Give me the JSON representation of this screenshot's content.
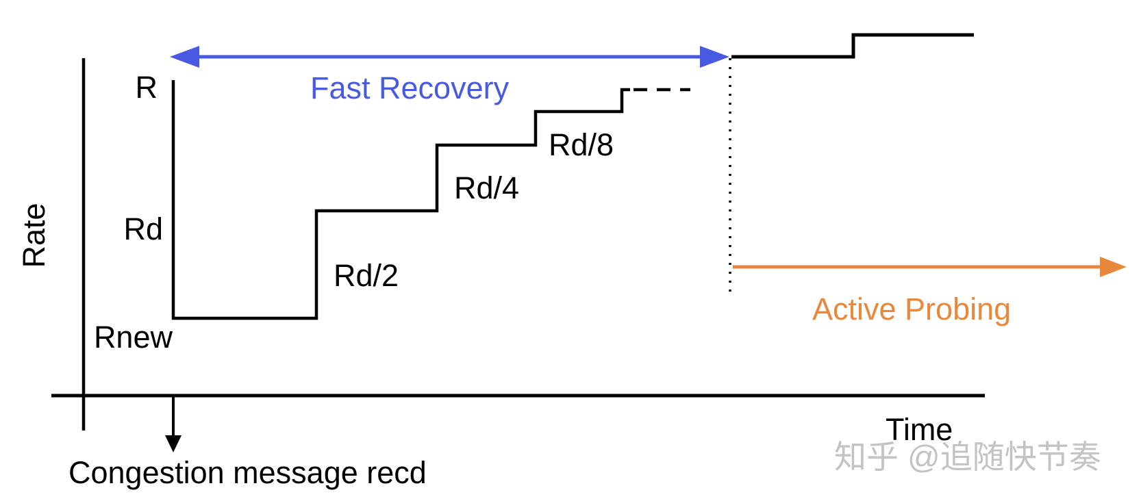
{
  "diagram": {
    "axes": {
      "y_label": "Rate",
      "x_label": "Time"
    },
    "rate_levels": {
      "r": "R",
      "rd": "Rd",
      "rnew": "Rnew"
    },
    "step_increments": {
      "first": "Rd/2",
      "second": "Rd/4",
      "third": "Rd/8"
    },
    "phases": {
      "fast_recovery": {
        "label": "Fast Recovery",
        "color": "#4859E2"
      },
      "active_probing": {
        "label": "Active Probing",
        "color": "#E8883C"
      }
    },
    "event": {
      "label": "Congestion message recd"
    },
    "watermark": {
      "text": "知乎 @追随快节奏",
      "color": "#c3c3c3"
    },
    "line_color": "#000000"
  }
}
